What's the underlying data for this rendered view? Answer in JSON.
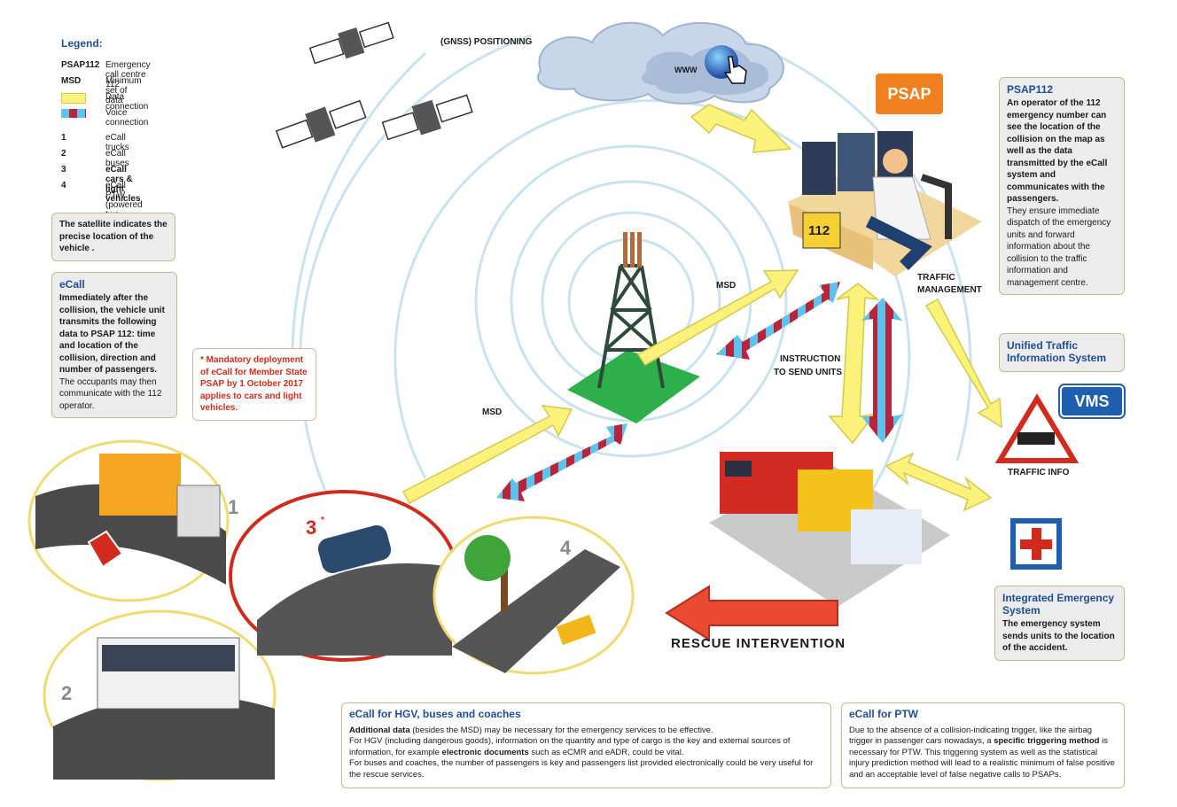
{
  "legend": {
    "title": "Legend:",
    "items": [
      {
        "key": "PSAP112",
        "value": "Emergency call centre 112"
      },
      {
        "key": "MSD",
        "value": "Minimum set of data"
      },
      {
        "key": "",
        "value": "Data connection"
      },
      {
        "key": "",
        "value": "Voice connection"
      },
      {
        "key": "1",
        "value": "eCall trucks"
      },
      {
        "key": "2",
        "value": "eCall buses"
      },
      {
        "key": "3",
        "value": "eCall cars & light vehicles"
      },
      {
        "key": "4",
        "value": "eCall PTW (powered two wheelers)"
      }
    ]
  },
  "colors": {
    "data": "#fbf27c",
    "voice_a": "#5cc3ee",
    "voice_b": "#b8243b",
    "accent": "#1f4e96",
    "psap": "#f07f1e",
    "alert": "#d22a1c"
  },
  "satellite_box": {
    "text": "The satellite indicates the precise location of the vehicle ."
  },
  "ecall_box": {
    "title": "eCall",
    "bold": "Immediately after the collision, the vehicle unit transmits the following data to PSAP 112: time and location of the collision, direction and number of passengers.",
    "text": "The occupants may then communicate with the 112 operator."
  },
  "mandatory_box": {
    "text": "* Mandatory deployment of eCall for Member State PSAP by 1 October 2017 applies to cars and light vehicles."
  },
  "labels": {
    "gnss": "(GNSS) POSITIONING",
    "www": "WWW",
    "psap": "PSAP",
    "msd_top": "MSD",
    "msd_bottom": "MSD",
    "instruction": "INSTRUCTION",
    "instruction2": "TO SEND UNITS",
    "traffic_mgmt": "TRAFFIC",
    "traffic_mgmt2": "MANAGEMENT",
    "traffic_info": "TRAFFIC INFO",
    "vms": "VMS",
    "rescue": "RESCUE INTERVENTION",
    "desk": "112",
    "n1": "1",
    "n2": "2",
    "n3": "3",
    "n3star": "*",
    "n4": "4"
  },
  "psap_box": {
    "title": "PSAP112",
    "bold": "An operator of the 112 emergency number can see the location of the collision on the map as well as the data transmitted by the eCall system and communicates with the passengers.",
    "text": "They ensure immediate dispatch of the emergency units and forward information about the collision to the traffic information and management centre."
  },
  "traffic_box": {
    "title": "Unified Traffic Information System"
  },
  "emergency_box": {
    "title": "Integrated Emergency System",
    "bold": "The emergency system sends units to the location of the accident."
  },
  "hgv_box": {
    "title": "eCall for HGV, buses and coaches",
    "p1_bold": "Additional data",
    "p1": " (besides the MSD) may be necessary for the emergency services to be effective.",
    "p2a": "For HGV (including dangerous goods), information on the quantity and type of cargo is the key and external sources of information, for example ",
    "p2_bold": "electronic documents",
    "p2b": " such as eCMR and eADR, could be vital.",
    "p3": "For buses and coaches, the number of passengers is key and passengers list provided electronically could be very useful for the rescue services."
  },
  "ptw_box": {
    "title": "eCall for PTW",
    "p1a": "Due to the absence of a collision-indicating trigger, like the airbag trigger in passenger cars nowadays, a ",
    "p1_bold": "specific triggering method",
    "p1b": " is necessary for PTW. This triggering system as well as the statistical injury prediction method will lead to a realistic minimum of false positive and an acceptable level of false negative calls to PSAPs."
  }
}
